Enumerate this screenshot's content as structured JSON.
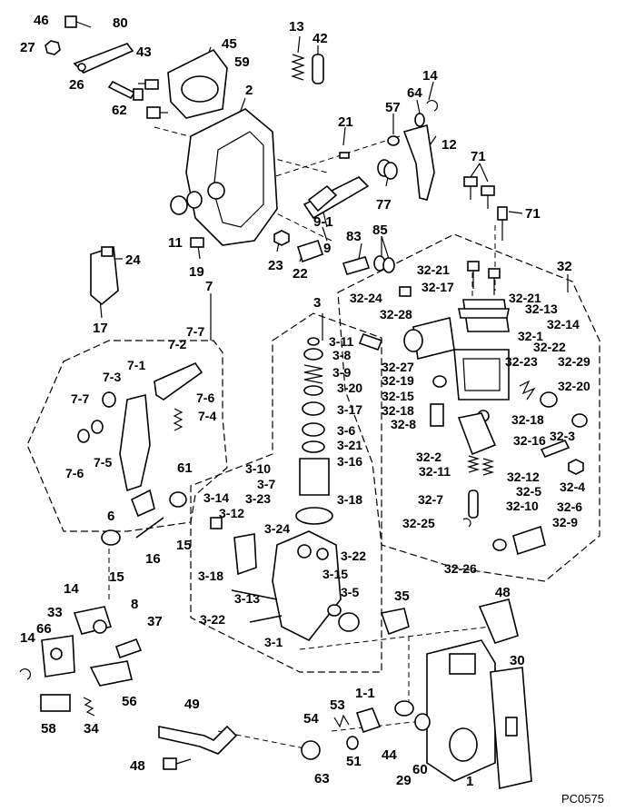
{
  "labels": {
    "l46": "46",
    "l80": "80",
    "l27": "27",
    "l43": "43",
    "l45": "45",
    "l59": "59",
    "l26": "26",
    "l62": "62",
    "l2": "2",
    "l13": "13",
    "l42": "42",
    "l14a": "14",
    "l64": "64",
    "l57": "57",
    "l21": "21",
    "l12": "12",
    "l71a": "71",
    "l71b": "71",
    "l77": "77",
    "l9_1": "9-1",
    "l85": "85",
    "l83": "83",
    "l9": "9",
    "l11": "11",
    "l23": "23",
    "l22": "22",
    "l19": "19",
    "l24": "24",
    "l17": "17",
    "l7": "7",
    "l32": "32",
    "l32_21a": "32-21",
    "l32_21b": "32-21",
    "l32_24": "32-24",
    "l32_17": "32-17",
    "l32_13": "32-13",
    "l32_28": "32-28",
    "l32_14": "32-14",
    "l3": "3",
    "l3_11": "3-11",
    "l3_8": "3-8",
    "l3_9": "3-9",
    "l3_20": "3-20",
    "l3_17": "3-17",
    "l3_6": "3-6",
    "l3_21": "3-21",
    "l3_16": "3-16",
    "l32_1": "32-1",
    "l32_22": "32-22",
    "l32_23": "32-23",
    "l32_29": "32-29",
    "l32_27": "32-27",
    "l32_19": "32-19",
    "l32_15": "32-15",
    "l32_18a": "32-18",
    "l32_18b": "32-18",
    "l32_20": "32-20",
    "l32_8": "32-8",
    "l32_3": "32-3",
    "l7_7a": "7-7",
    "l7_2": "7-2",
    "l7_1": "7-1",
    "l7_3": "7-3",
    "l7_7b": "7-7",
    "l7_6a": "7-6",
    "l7_4": "7-4",
    "l7_5": "7-5",
    "l7_6b": "7-6",
    "l61": "61",
    "l6": "6",
    "l3_10": "3-10",
    "l3_7": "3-7",
    "l3_14": "3-14",
    "l3_23": "3-23",
    "l3_12": "3-12",
    "l3_18a": "3-18",
    "l32_2": "32-2",
    "l32_16": "32-16",
    "l32_11": "32-11",
    "l32_12": "32-12",
    "l32_4": "32-4",
    "l32_5": "32-5",
    "l32_7": "32-7",
    "l32_10": "32-10",
    "l32_6": "32-6",
    "l32_25": "32-25",
    "l32_9": "32-9",
    "l3_24": "3-24",
    "l3_22a": "3-22",
    "l15a": "15",
    "l15b": "15",
    "l16": "16",
    "l32_26": "32-26",
    "l3_18b": "3-18",
    "l3_15": "3-15",
    "l3_13": "3-13",
    "l3_5": "3-5",
    "l3_22b": "3-22",
    "l3_1": "3-1",
    "l14b": "14",
    "l8": "8",
    "l33": "33",
    "l66": "66",
    "l37": "37",
    "l35": "35",
    "l48a": "48",
    "l14c": "14",
    "l56": "56",
    "l30": "30",
    "l58": "58",
    "l34": "34",
    "l49": "49",
    "l1_1": "1-1",
    "l53": "53",
    "l54": "54",
    "l44": "44",
    "l60": "60",
    "l51": "51",
    "l63": "63",
    "l29": "29",
    "l1": "1",
    "l48b": "48"
  },
  "figure_code": "PC0575"
}
